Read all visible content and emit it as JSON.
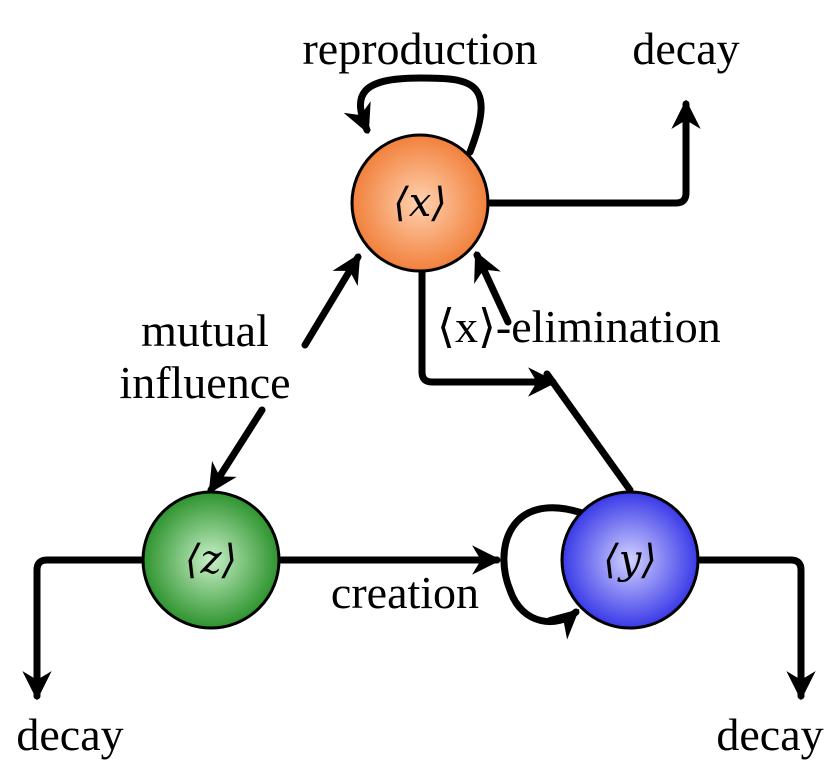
{
  "nodes": {
    "x": {
      "label": "⟨x⟩",
      "color": "#f07830",
      "highlight": "#ffd2b0"
    },
    "y": {
      "label": "⟨y⟩",
      "color": "#2a2ae6",
      "highlight": "#d2d2ff"
    },
    "z": {
      "label": "⟨z⟩",
      "color": "#1e8a1e",
      "highlight": "#c8f0c8"
    }
  },
  "labels": {
    "reproduction": "reproduction",
    "decay_top": "decay",
    "x_elimination": "⟨x⟩-elimination",
    "mutual_line1": "mutual",
    "mutual_line2": "influence",
    "creation": "creation",
    "decay_left": "decay",
    "decay_right": "decay"
  }
}
